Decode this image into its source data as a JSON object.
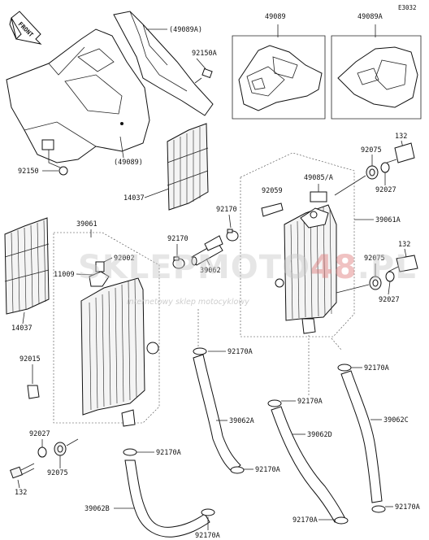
{
  "diagram_code": "E3032",
  "front_label": "FRONT",
  "watermark": {
    "brand_left": "SKLEP",
    "brand_mid": "MOTO",
    "brand_num": "48",
    "brand_right": ".PL",
    "tagline": "internetowy sklep motocyklowy"
  },
  "labels": {
    "p49089A_a": "(49089A)",
    "p92150A": "92150A",
    "p49089_b": "(49089)",
    "p92150": "92150",
    "p14037_a": "14037",
    "p39061": "39061",
    "p11009": "11009",
    "p92002": "92002",
    "p14037_b": "14037",
    "p92015": "92015",
    "p92027_a": "92027",
    "p92075_a": "92075",
    "p132_a": "132",
    "p49089": "49089",
    "p49089A": "49089A",
    "p132_b": "132",
    "p92075_b": "92075",
    "p92027_b": "92027",
    "p49085A": "49085/A",
    "p92059": "92059",
    "p39061A": "39061A",
    "p92170_a": "92170",
    "p92170_b": "92170",
    "p39062": "39062",
    "p132_c": "132",
    "p92075_c": "92075",
    "p92027_c": "92027",
    "p92170A_a": "92170A",
    "p92170A_b": "92170A",
    "p92170A_c": "92170A",
    "p39062A": "39062A",
    "p39062D": "39062D",
    "p39062C": "39062C",
    "p92170A_d": "92170A",
    "p92170A_e": "92170A",
    "p92170A_f": "92170A",
    "p39062B": "39062B",
    "p92170A_g": "92170A",
    "p92170A_h": "92170A"
  }
}
